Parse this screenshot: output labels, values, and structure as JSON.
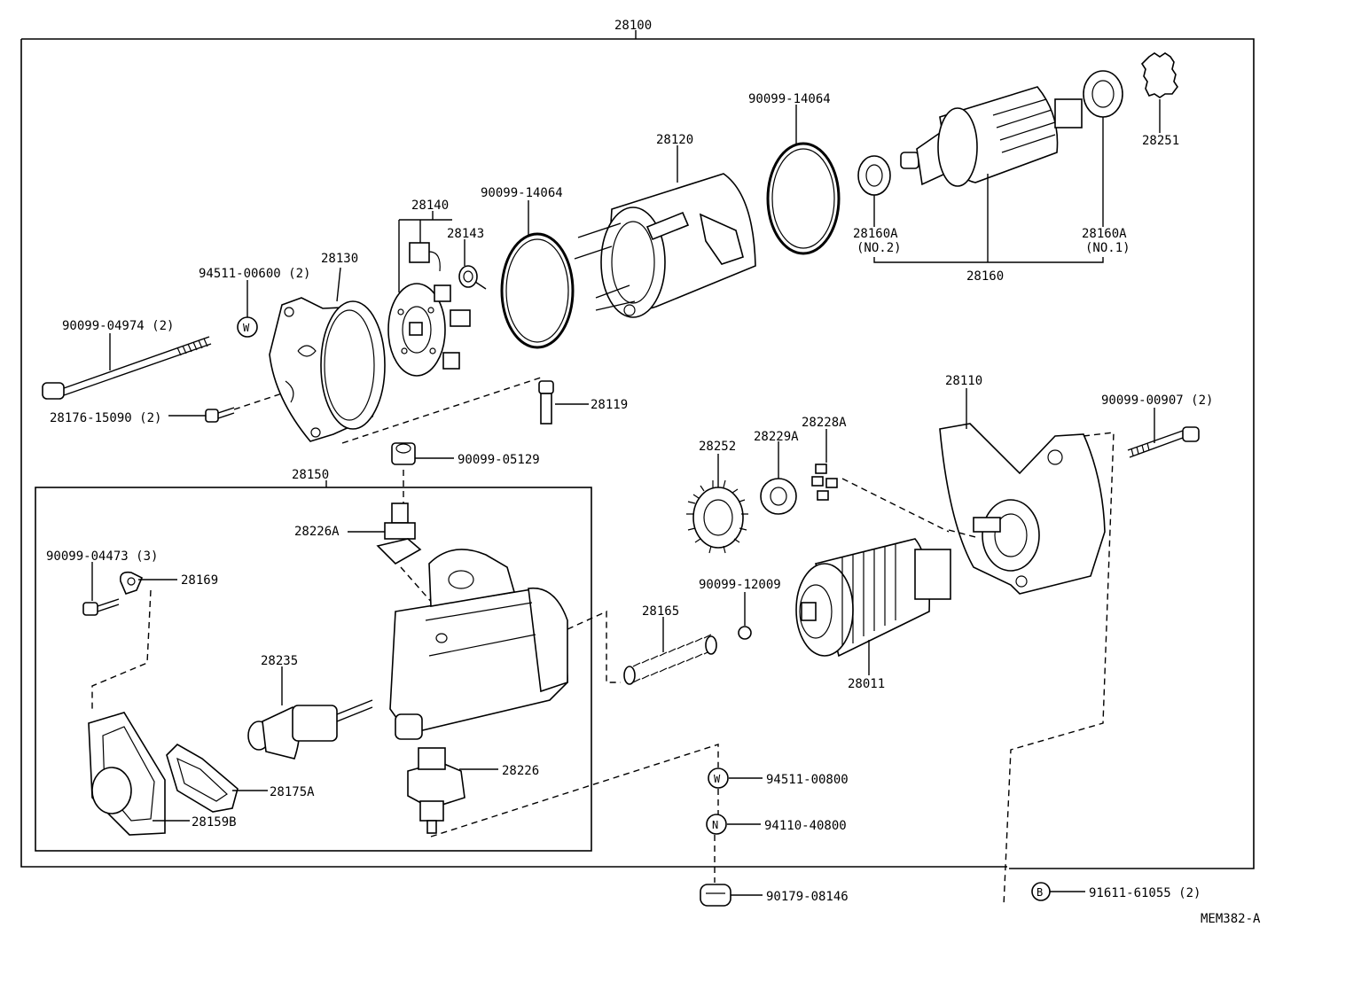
{
  "diagram": {
    "assembly_number": "28100",
    "sub_assembly_number": "28150",
    "figure_code": "MEM382-A",
    "labels": {
      "p_90099_04974": "90099-04974 (2)",
      "p_94511_00600": "94511-00600 (2)",
      "p_28130": "28130",
      "p_28140": "28140",
      "p_28143": "28143",
      "p_90099_14064_a": "90099-14064",
      "p_28120": "28120",
      "p_90099_14064_b": "90099-14064",
      "p_28160a_no2": "28160A",
      "p_no2": "(NO.2)",
      "p_28160a_no1": "28160A",
      "p_no1": "(NO.1)",
      "p_28160": "28160",
      "p_28251": "28251",
      "p_28176_15090": "28176-15090 (2)",
      "p_28119": "28119",
      "p_90099_05129": "90099-05129",
      "p_28110": "28110",
      "p_90099_00907": "90099-00907 (2)",
      "p_28252": "28252",
      "p_28229a": "28229A",
      "p_28228a": "28228A",
      "p_28226a": "28226A",
      "p_90099_04473": "90099-04473 (3)",
      "p_28169": "28169",
      "p_28165": "28165",
      "p_90099_12009": "90099-12009",
      "p_28011": "28011",
      "p_28235": "28235",
      "p_28226": "28226",
      "p_28175a": "28175A",
      "p_28159b": "28159B",
      "p_94511_00800": "94511-00800",
      "p_94110_40800": "94110-40800",
      "p_90179_08146": "90179-08146",
      "p_91611_61055": "91611-61055 (2)"
    },
    "symbols": {
      "washer": "W",
      "nut": "N",
      "bolt": "B"
    }
  }
}
